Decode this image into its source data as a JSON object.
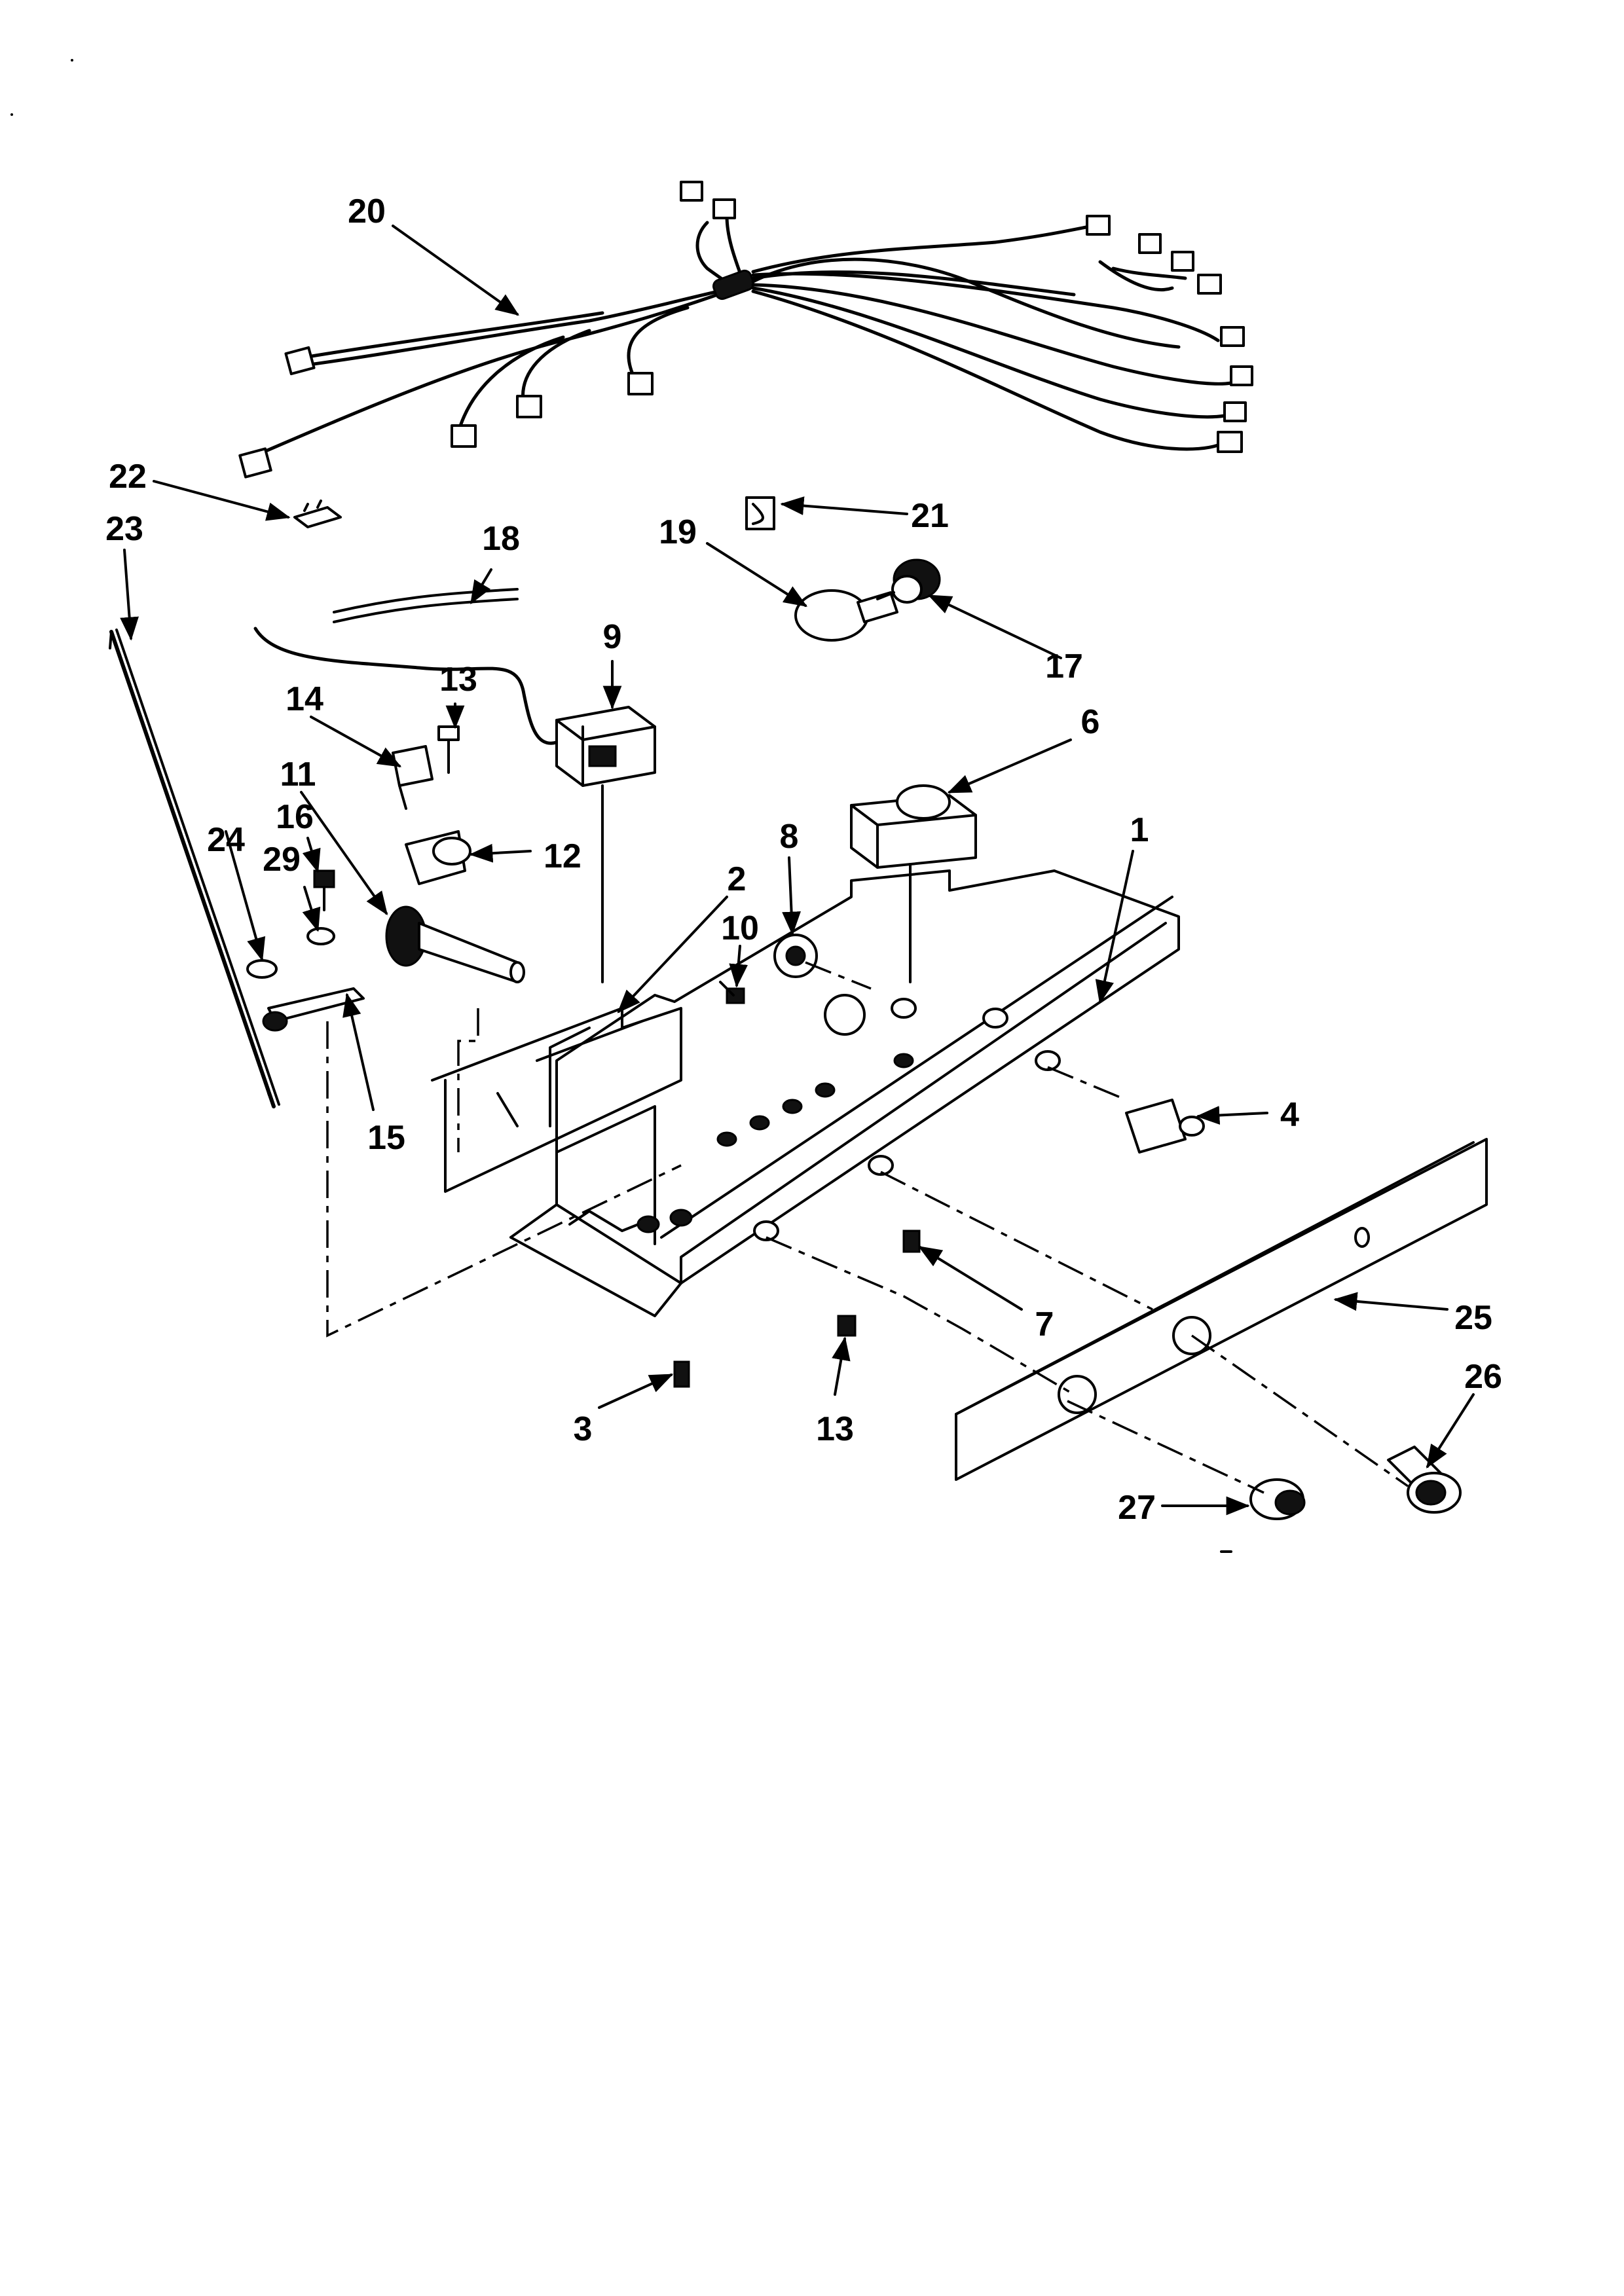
{
  "diagram": {
    "background": "#ffffff",
    "ink": "#000000",
    "callouts": [
      {
        "id": "c20",
        "text": "20"
      },
      {
        "id": "c22",
        "text": "22"
      },
      {
        "id": "c23",
        "text": "23"
      },
      {
        "id": "c18",
        "text": "18"
      },
      {
        "id": "c19",
        "text": "19"
      },
      {
        "id": "c21",
        "text": "21"
      },
      {
        "id": "c17",
        "text": "17"
      },
      {
        "id": "c9",
        "text": "9"
      },
      {
        "id": "c13a",
        "text": "13"
      },
      {
        "id": "c14",
        "text": "14"
      },
      {
        "id": "c11",
        "text": "11"
      },
      {
        "id": "c12",
        "text": "12"
      },
      {
        "id": "c16",
        "text": "16"
      },
      {
        "id": "c24",
        "text": "24"
      },
      {
        "id": "c29",
        "text": "29"
      },
      {
        "id": "c15",
        "text": "15"
      },
      {
        "id": "c6",
        "text": "6"
      },
      {
        "id": "c2",
        "text": "2"
      },
      {
        "id": "c10",
        "text": "10"
      },
      {
        "id": "c8",
        "text": "8"
      },
      {
        "id": "c1",
        "text": "1"
      },
      {
        "id": "c4",
        "text": "4"
      },
      {
        "id": "c7",
        "text": "7"
      },
      {
        "id": "c25",
        "text": "25"
      },
      {
        "id": "c26",
        "text": "26"
      },
      {
        "id": "c3",
        "text": "3"
      },
      {
        "id": "c13b",
        "text": "13"
      },
      {
        "id": "c27",
        "text": "27"
      }
    ]
  }
}
